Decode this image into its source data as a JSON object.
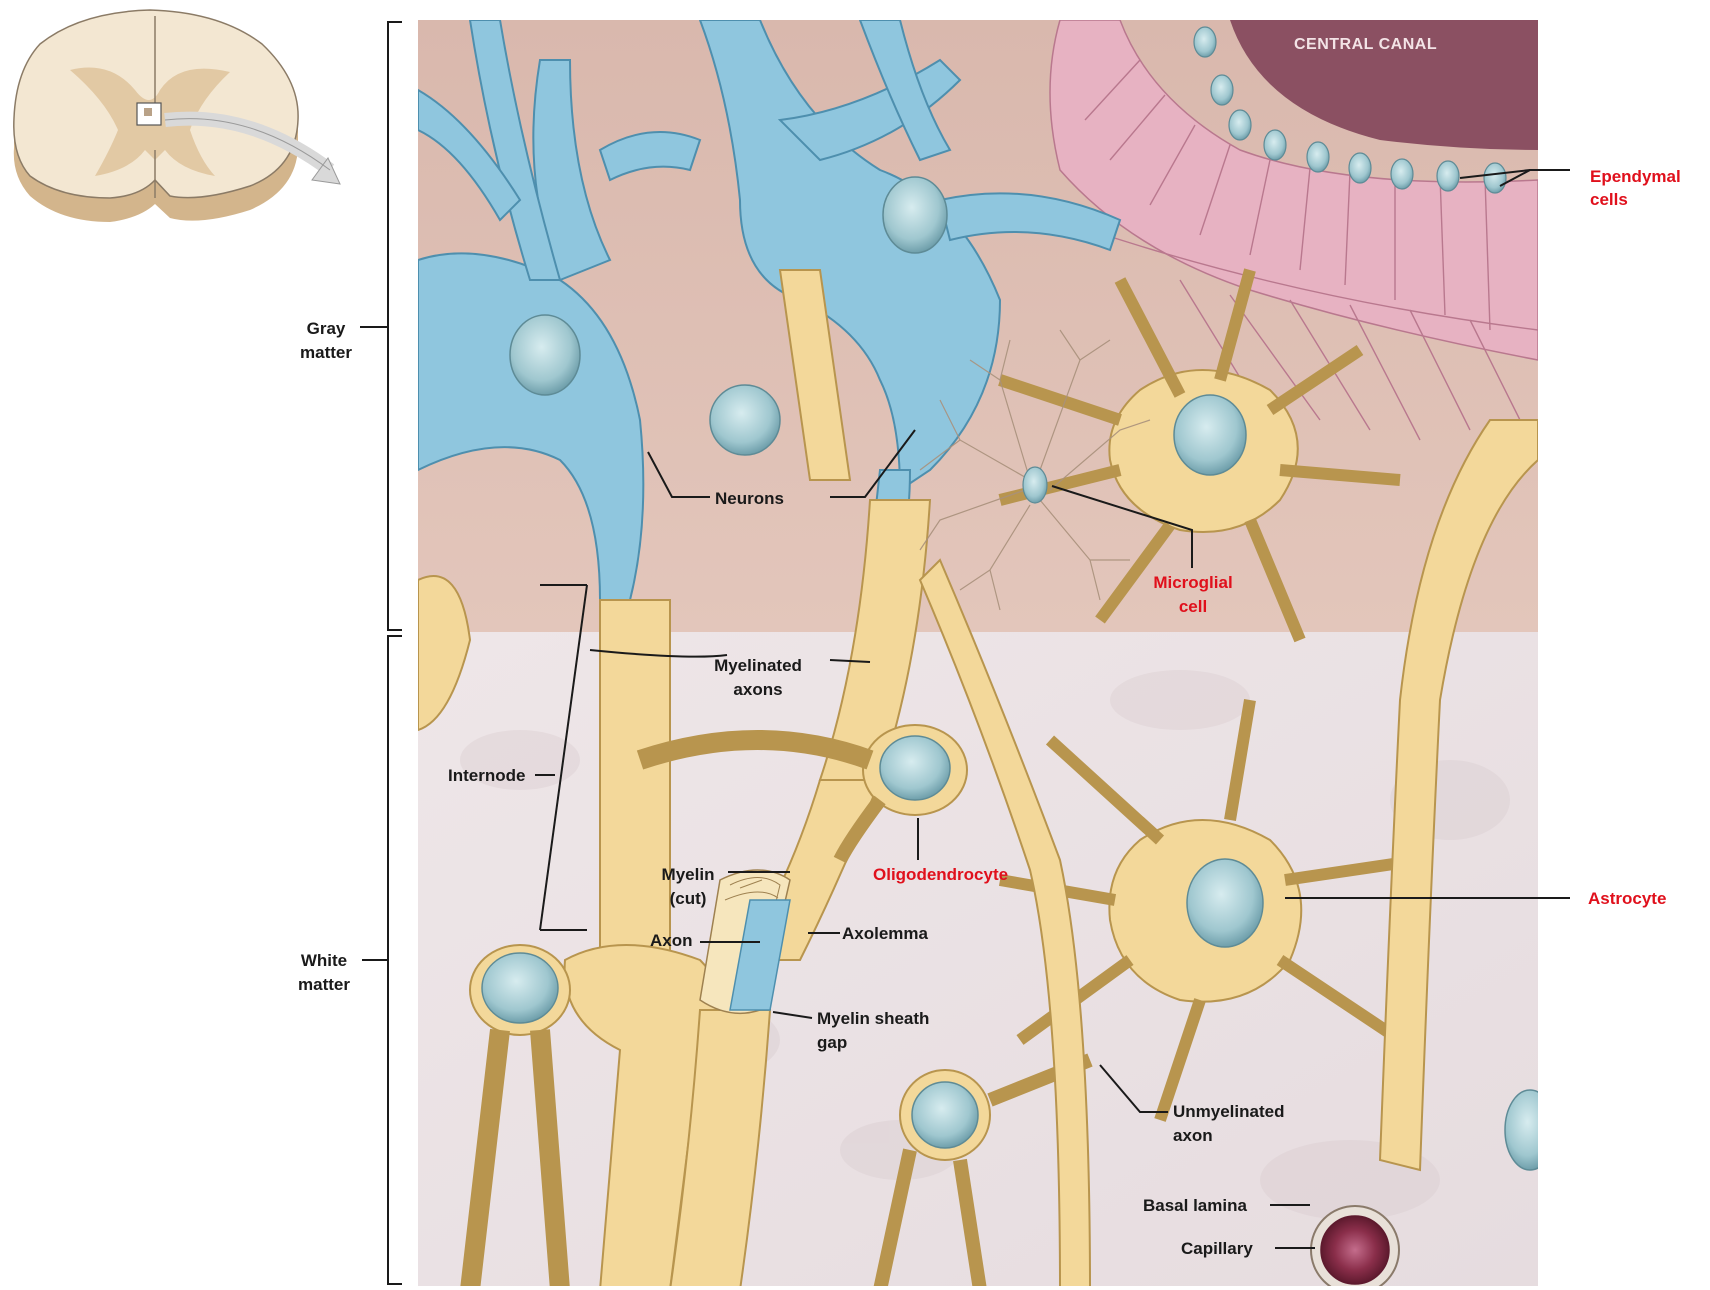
{
  "labels": {
    "central_canal": "CENTRAL CANAL",
    "ependymal_line1": "Ependymal",
    "ependymal_line2": "cells",
    "gray_line1": "Gray",
    "gray_line2": "matter",
    "white_line1": "White",
    "white_line2": "matter",
    "neurons": "Neurons",
    "microglial_line1": "Microglial",
    "microglial_line2": "cell",
    "myelinated_line1": "Myelinated",
    "myelinated_line2": "axons",
    "internode": "Internode",
    "oligodendrocyte": "Oligodendrocyte",
    "myelin_cut_line1": "Myelin",
    "myelin_cut_line2": "(cut)",
    "axon": "Axon",
    "axolemma": "Axolemma",
    "myelin_gap_line1": "Myelin sheath",
    "myelin_gap_line2": "gap",
    "astrocyte": "Astrocyte",
    "unmyelinated_line1": "Unmyelinated",
    "unmyelinated_line2": "axon",
    "basal_lamina": "Basal lamina",
    "capillary": "Capillary"
  },
  "colors": {
    "glial_label": "#e0101c",
    "neuron_label": "#1a1a1a",
    "neuron_fill": "#8fc6de",
    "glia_fill": "#f3d89a",
    "gray_matter_bg": "#dcbcb0",
    "white_matter_bg": "#ece4e6",
    "ependymal_fill": "#eab7c6",
    "canal_fill": "#8a4f60"
  }
}
